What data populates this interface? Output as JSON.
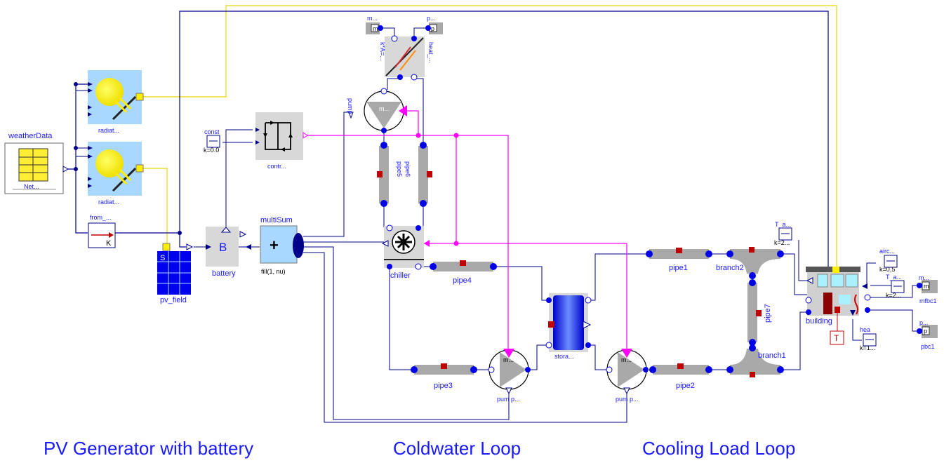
{
  "components": {
    "weatherData": {
      "label": "weatherData",
      "sublabel": "Net..."
    },
    "radiation_top": {
      "label": "radiat..."
    },
    "radiation_bottom": {
      "label": "radiat..."
    },
    "from_kelvin": {
      "label": "from_...",
      "symbol": "K"
    },
    "pv_field": {
      "label": "pv_field",
      "symbol": "S"
    },
    "const": {
      "label": "const",
      "value": "k=0.0"
    },
    "controller": {
      "label": "contr..."
    },
    "battery": {
      "label": "battery",
      "symbol": "B"
    },
    "multiSum": {
      "label": "multiSum",
      "symbol": "+",
      "param": "fill(1, nu)"
    },
    "chiller": {
      "label": "chiller"
    },
    "pump_top": {
      "label": "pump",
      "inner": "m..."
    },
    "heat_exchanger": {
      "label_left": "k*A=...",
      "label_right": "heat_..."
    },
    "source_m_top": {
      "label": "m...",
      "symbol": "m"
    },
    "source_p_top": {
      "label": "p...",
      "symbol": "p"
    },
    "pipe5": {
      "label": "pipe5"
    },
    "pipe6": {
      "label": "pipe6"
    },
    "pipe4": {
      "label": "pipe4"
    },
    "pipe3": {
      "label": "pipe3"
    },
    "pump_bottom_left": {
      "label": "pum p...",
      "inner": "m..."
    },
    "storage": {
      "label": "stora..."
    },
    "pump_bottom_right": {
      "label": "pum p...",
      "inner": "m..."
    },
    "pipe1": {
      "label": "pipe1"
    },
    "pipe2": {
      "label": "pipe2"
    },
    "branch1": {
      "label": "branch1"
    },
    "branch2": {
      "label": "branch2"
    },
    "pipe7": {
      "label": "pipe7"
    },
    "building": {
      "label": "building"
    },
    "T_amb_top": {
      "label": "T_a...",
      "value": "k=2..."
    },
    "airc": {
      "label": "airc...",
      "value": "k=0.5"
    },
    "T_amb_right": {
      "label": "T_a...",
      "value": "k=2..."
    },
    "hea": {
      "label": "hea",
      "value": "k=1..."
    },
    "mfbc1": {
      "label": "mfbc1",
      "sublabel": "m...",
      "symbol": "m"
    },
    "pbc1": {
      "label": "pbc1",
      "sublabel": "p...",
      "symbol": "p"
    },
    "temp_sensor": {
      "symbol": "T"
    }
  },
  "sections": {
    "pv": "PV Generator with battery",
    "coldwater": "Coldwater Loop",
    "cooling": "Cooling Load Loop"
  },
  "colors": {
    "signal_blue": "#00008b",
    "wire_yellow": "#ffee00",
    "wire_magenta": "#ff00ff",
    "pipe_gray": "#a9a9a9",
    "port_blue": "#0000e6",
    "port_red": "#c00000",
    "text_blue": "#1a1aff"
  }
}
